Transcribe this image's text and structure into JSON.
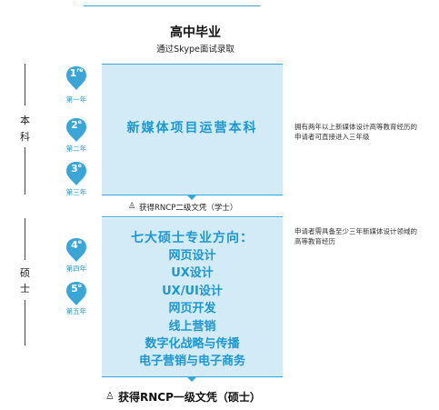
{
  "header": {
    "title": "高中毕业",
    "subtitle": "通过Skype面试录取"
  },
  "bachelor": {
    "label_char1": "本",
    "label_char2": "科",
    "box_title": "新媒体项目运营本科",
    "note": "拥有两年以上新媒体设计高等教育经历的申请者可直接进入三年级",
    "certificate": "获得RNCP二级文凭（学士）"
  },
  "master": {
    "label_char1": "硕",
    "label_char2": "士",
    "box_title": "七大硕士专业方向：",
    "directions": [
      "网页设计",
      "UX设计",
      "UX/UI设计",
      "网页开发",
      "线上营销",
      "数字化战略与传播",
      "电子营销与电子商务"
    ],
    "note": "申请者需具备至少三年新媒体设计领域的高等教育经历",
    "certificate": "获得RNCP一级文凭（硕士）"
  },
  "years": [
    {
      "num": "1",
      "sup": "re",
      "label": "第一年"
    },
    {
      "num": "2",
      "sup": "e",
      "label": "第二年"
    },
    {
      "num": "3",
      "sup": "e",
      "label": "第三年"
    },
    {
      "num": "4",
      "sup": "e",
      "label": "第四年"
    },
    {
      "num": "5",
      "sup": "e",
      "label": "第五年"
    }
  ],
  "colors": {
    "accent": "#1e97cf",
    "pin": "#3aa6d8",
    "box": "#d2ebf6"
  },
  "icons": {
    "pin": "location-pin-icon",
    "graduate": "graduate-icon"
  }
}
